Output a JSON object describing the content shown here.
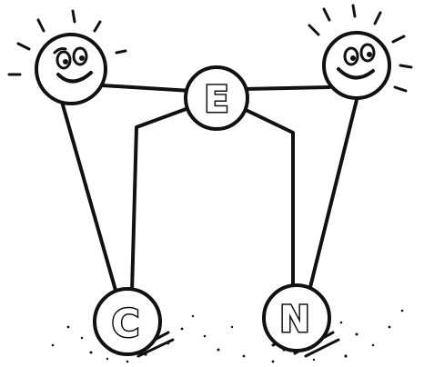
{
  "labels": {
    "top_node": "E",
    "bottom_left_node": "C",
    "bottom_right_node": "N"
  },
  "colors": {
    "ink": "#111111",
    "paper": "#ffffff"
  }
}
